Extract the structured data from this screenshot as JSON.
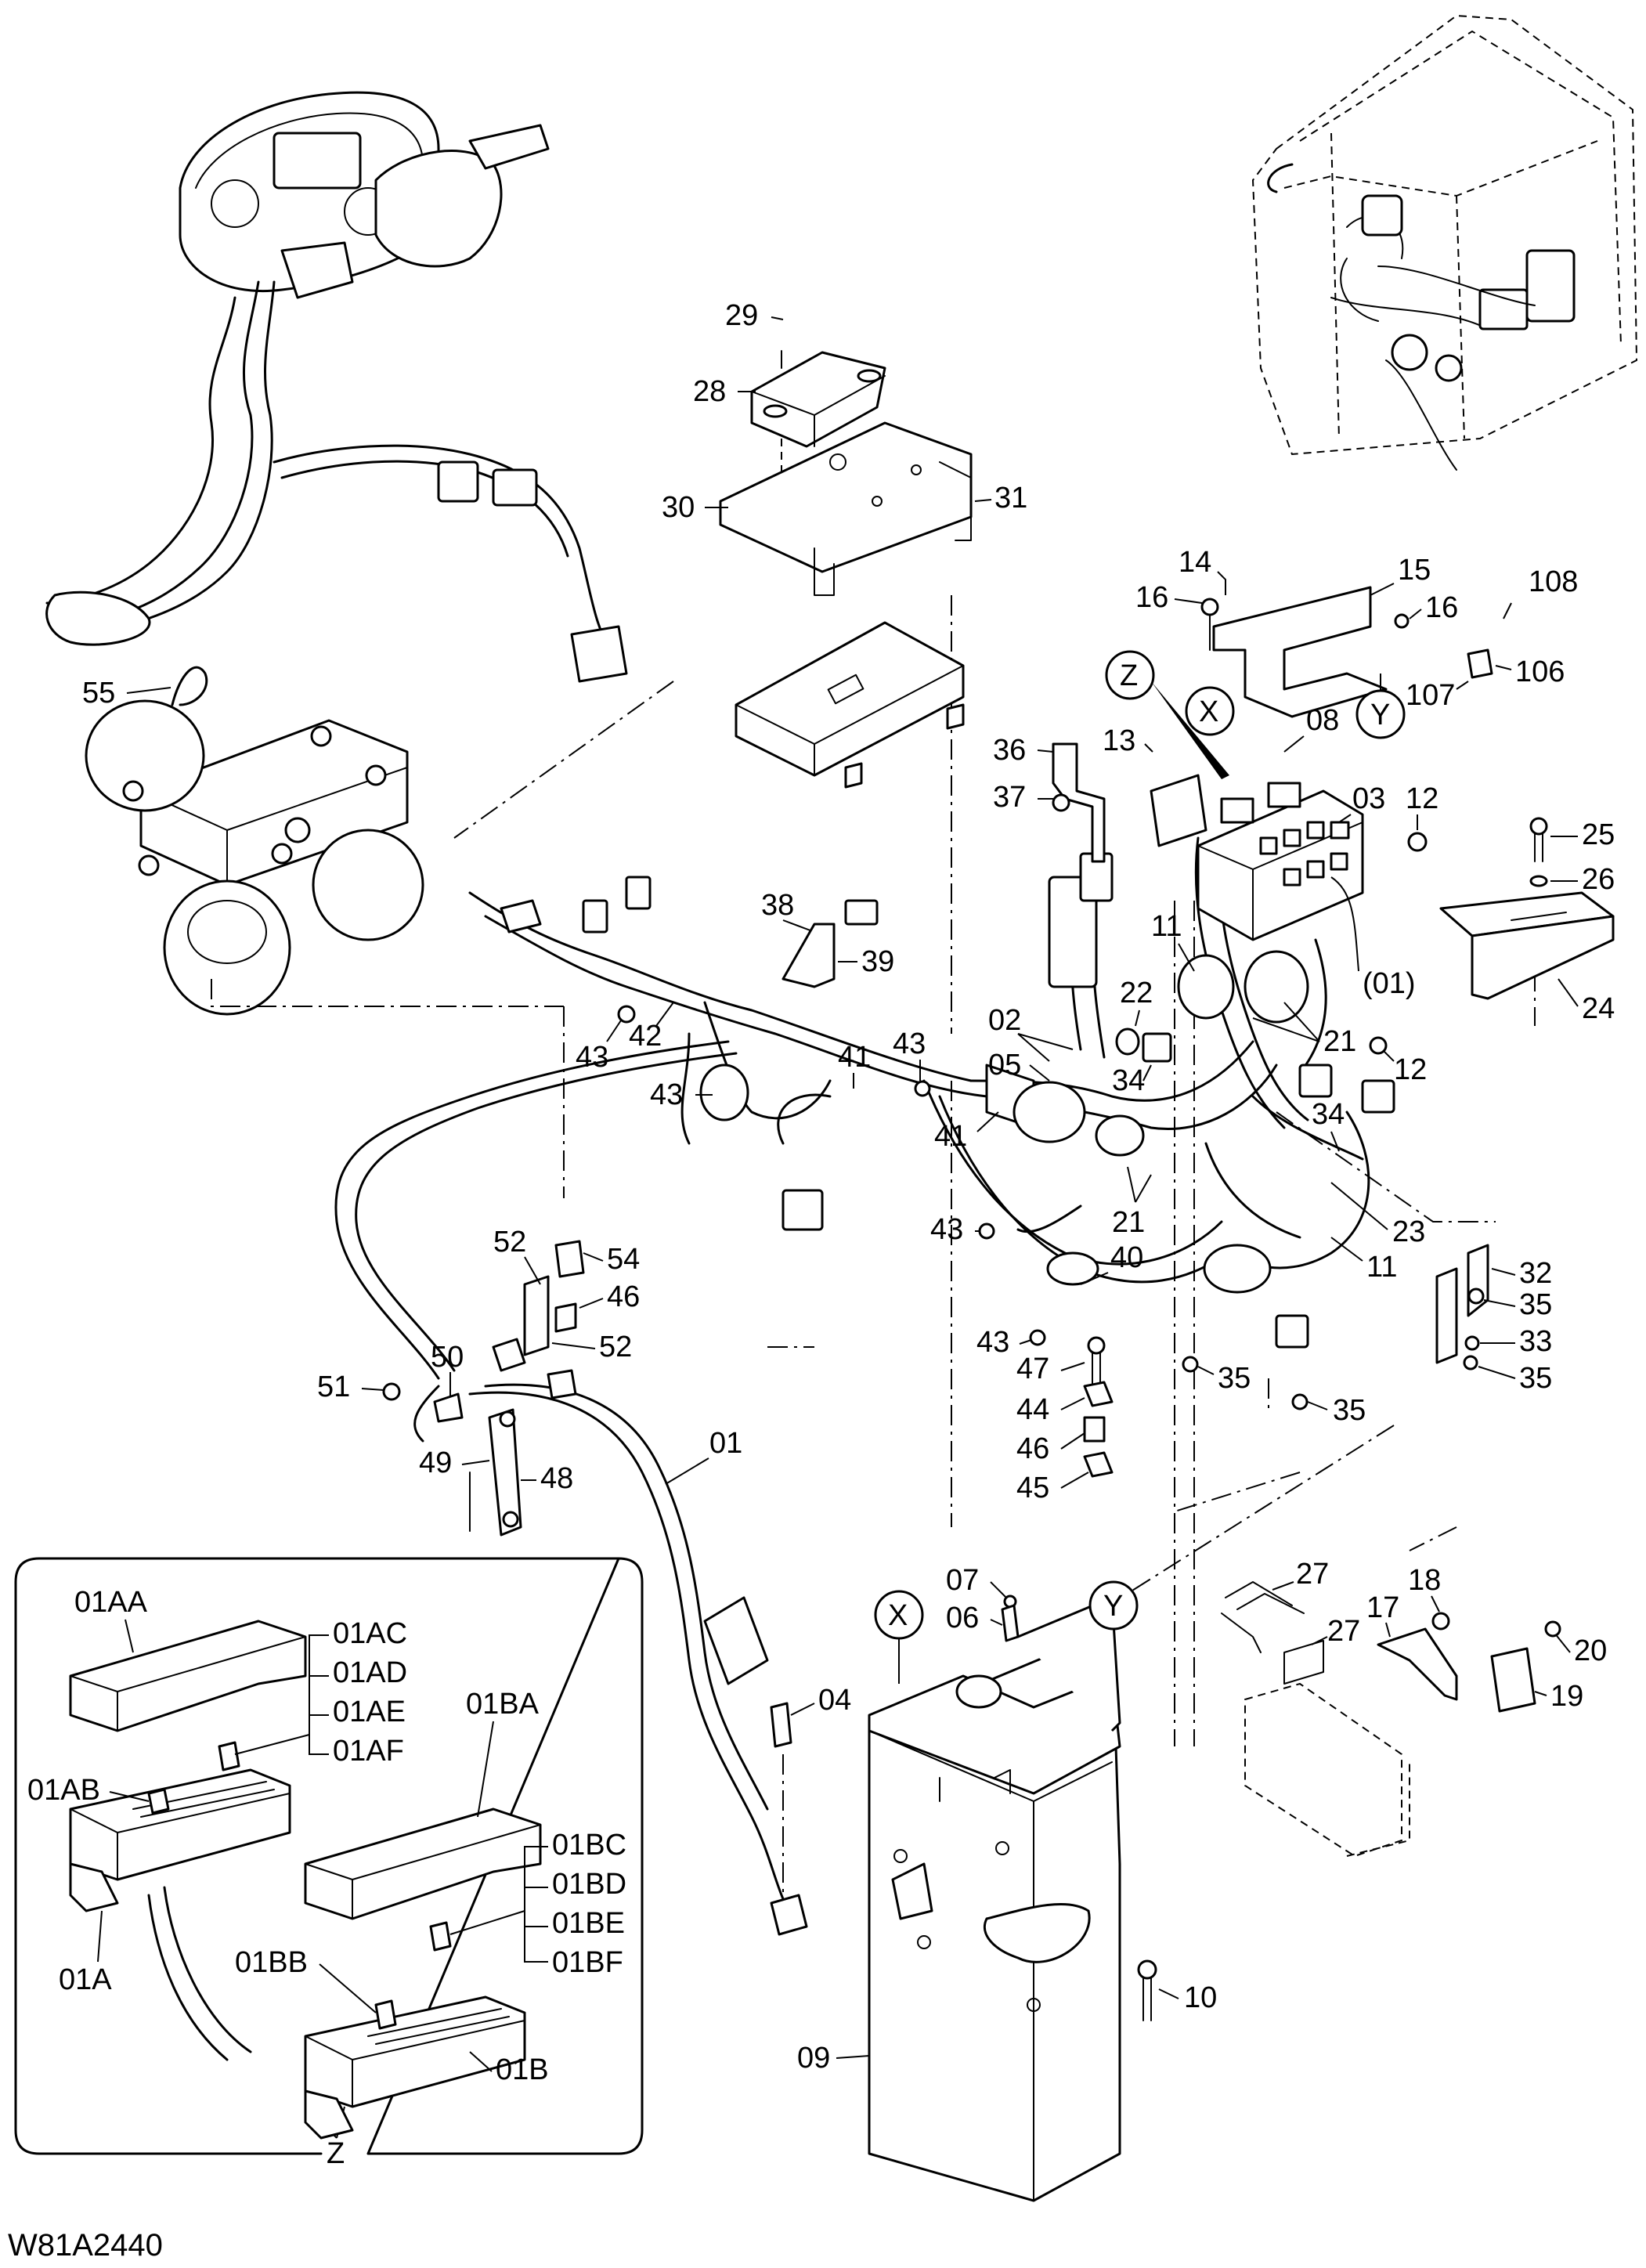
{
  "drawing_code": "W81A2440",
  "detail_label": "Z",
  "view_markers": {
    "x": "X",
    "y": "Y",
    "z": "Z"
  },
  "callouts": {
    "c01": "01",
    "c01_paren": "(01)",
    "c02": "02",
    "c03": "03",
    "c04": "04",
    "c05": "05",
    "c06": "06",
    "c07": "07",
    "c08": "08",
    "c09": "09",
    "c10": "10",
    "c11": "11",
    "c12": "12",
    "c13": "13",
    "c14": "14",
    "c15": "15",
    "c16": "16",
    "c17": "17",
    "c18": "18",
    "c19": "19",
    "c20": "20",
    "c21": "21",
    "c22": "22",
    "c23": "23",
    "c24": "24",
    "c25": "25",
    "c26": "26",
    "c27": "27",
    "c28": "28",
    "c29": "29",
    "c30": "30",
    "c31": "31",
    "c32": "32",
    "c33": "33",
    "c34": "34",
    "c35": "35",
    "c36": "36",
    "c37": "37",
    "c38": "38",
    "c39": "39",
    "c40": "40",
    "c41": "41",
    "c42": "42",
    "c43": "43",
    "c44": "44",
    "c45": "45",
    "c46": "46",
    "c47": "47",
    "c48": "48",
    "c49": "49",
    "c50": "50",
    "c51": "51",
    "c52": "52",
    "c54": "54",
    "c55": "55",
    "c106": "106",
    "c107": "107",
    "c108": "108"
  },
  "detail_callouts": {
    "c01A": "01A",
    "c01AA": "01AA",
    "c01AB": "01AB",
    "c01AC": "01AC",
    "c01AD": "01AD",
    "c01AE": "01AE",
    "c01AF": "01AF",
    "c01B": "01B",
    "c01BA": "01BA",
    "c01BB": "01BB",
    "c01BC": "01BC",
    "c01BD": "01BD",
    "c01BE": "01BE",
    "c01BF": "01BF"
  }
}
